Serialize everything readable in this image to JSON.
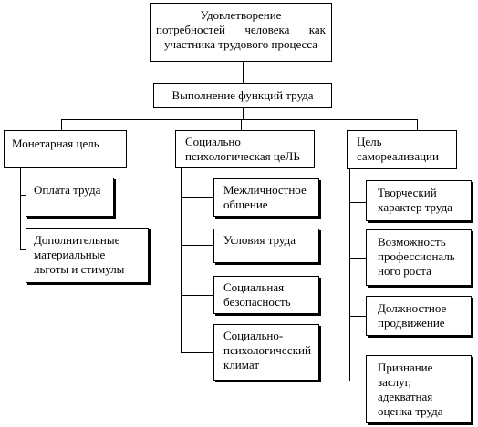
{
  "root": {
    "line1": "Удовлетворение",
    "line2": "потребностей человека как",
    "line3": "участника трудового процесса"
  },
  "level2": {
    "label": "Выполнение функций труда"
  },
  "branches": [
    {
      "title": "Монетарная цель",
      "children": [
        "Оплата труда",
        "Дополнительные материальные льготы и стимулы"
      ]
    },
    {
      "title": "Социально психологическая цеЛЬ",
      "children": [
        "Межличностное общение",
        "Условия труда",
        "Социальная безопасность",
        "Социально-психологический климат"
      ]
    },
    {
      "title": "Цель самореализации",
      "children": [
        "Творческий характер труда",
        "Возможность профессиональ ного роста",
        "Должностное продвижение",
        "Признание заслуг, адекватная оценка труда"
      ]
    }
  ]
}
